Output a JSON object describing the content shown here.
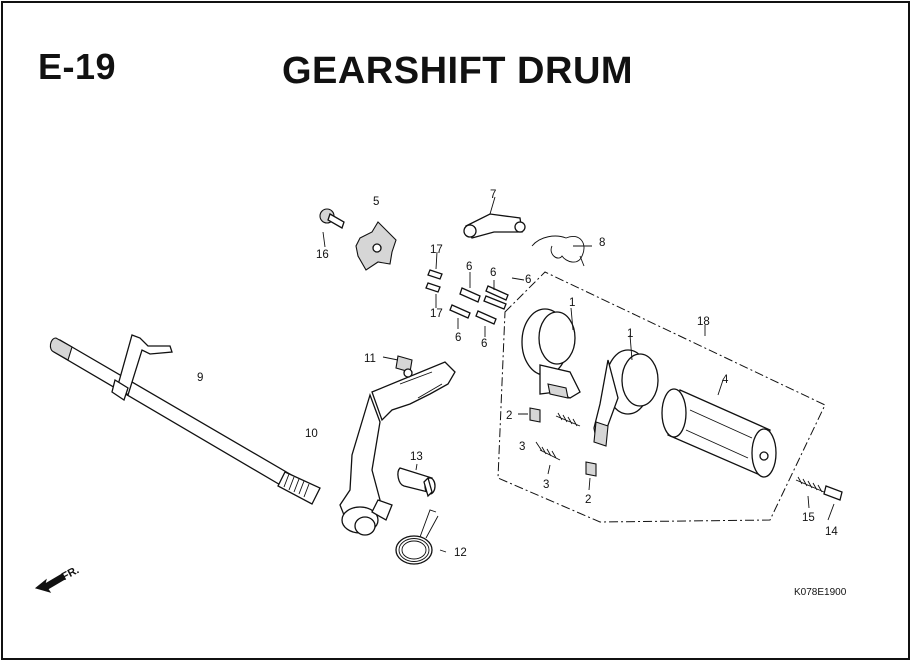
{
  "header": {
    "section_code": "E-19",
    "title": "GEARSHIFT DRUM"
  },
  "footer": {
    "reference_code": "K078E1900",
    "direction_label": "FR."
  },
  "callouts": {
    "c1a": "1",
    "c1b": "1",
    "c2a": "2",
    "c2b": "2",
    "c3a": "3",
    "c3b": "3",
    "c4": "4",
    "c5": "5",
    "c6a": "6",
    "c6b": "6",
    "c6c": "6",
    "c6d": "6",
    "c6e": "6",
    "c7": "7",
    "c8": "8",
    "c9": "9",
    "c10": "10",
    "c11": "11",
    "c12": "12",
    "c13": "13",
    "c14": "14",
    "c15": "15",
    "c16": "16",
    "c17a": "17",
    "c17b": "17",
    "c18": "18"
  }
}
